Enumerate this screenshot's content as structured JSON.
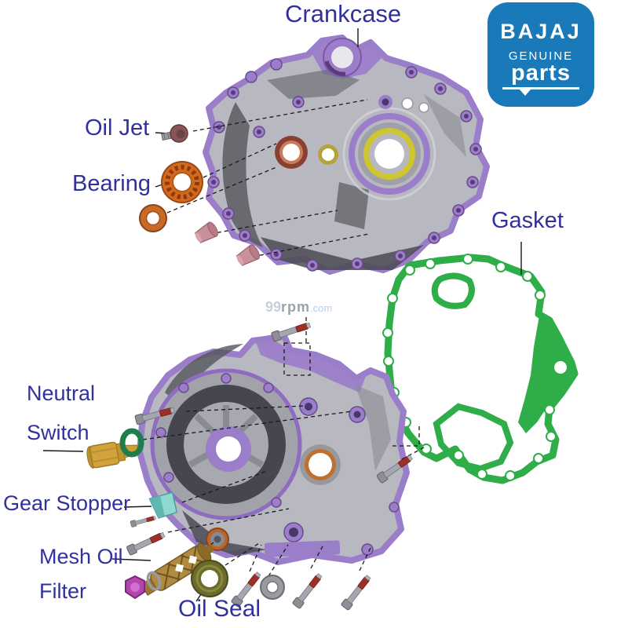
{
  "labels": {
    "crankcase": "Crankcase",
    "oil_jet": "Oil Jet",
    "bearing": "Bearing",
    "gasket": "Gasket",
    "neutral_switch": [
      "Neutral",
      "Switch"
    ],
    "gear_stopper": "Gear Stopper",
    "mesh_oil_filter": [
      "Mesh Oil",
      "Filter"
    ],
    "oil_seal": "Oil Seal"
  },
  "logo": {
    "brand": "BAJAJ",
    "line2": "GENUINE",
    "line3": "parts",
    "background": "#1a7ab9",
    "text_color": "#ffffff"
  },
  "watermark": {
    "prefix": "99",
    "middle": "rpm",
    "suffix": ".com"
  },
  "colors": {
    "label_text": "#31319e",
    "crankcase_accent_purple": "#9b7ec9",
    "casting_gray": "#b8b8c0",
    "gasket_green": "#2fad48",
    "bearing_orange": "#d4691e",
    "bolt_thread_red": "#9c3028",
    "neutral_switch_yellow": "#d2a23c",
    "o_ring_green": "#1e7d4a",
    "gear_stopper_teal": "#8ed8d2",
    "plug_magenta": "#b545ae",
    "filter_brass": "#b08a40",
    "oil_seal_olive": "#6b6b2e",
    "dowel_pink": "#c8909a"
  }
}
